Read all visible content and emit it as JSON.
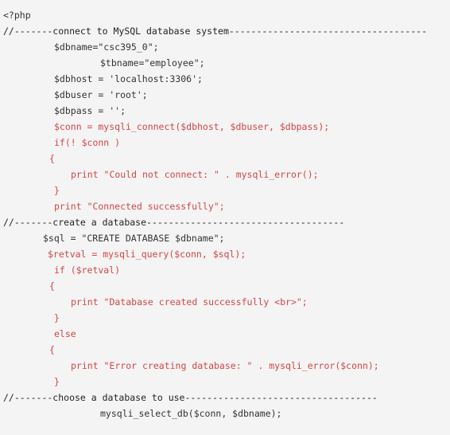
{
  "colors": {
    "background": "#f4f4f4",
    "text_default": "#333333",
    "text_red": "#d44646"
  },
  "code": {
    "lines": [
      {
        "text": "<?php",
        "indent": 0,
        "color": "normal"
      },
      {
        "text": "//-------connect to MySQL database system------------------------------------",
        "indent": 0,
        "color": "comment"
      },
      {
        "text": "$dbname=\"csc395_0\";",
        "indent": 64,
        "color": "normal"
      },
      {
        "text": "$tbname=\"employee\";",
        "indent": 122,
        "color": "normal"
      },
      {
        "text": "$dbhost = 'localhost:3306';",
        "indent": 64,
        "color": "normal"
      },
      {
        "text": "$dbuser = 'root';",
        "indent": 64,
        "color": "normal"
      },
      {
        "text": "$dbpass = '';",
        "indent": 64,
        "color": "normal"
      },
      {
        "text": "$conn = mysqli_connect($dbhost, $dbuser, $dbpass);",
        "indent": 64,
        "color": "red"
      },
      {
        "text": "if(! $conn )",
        "indent": 64,
        "color": "red"
      },
      {
        "text": "{",
        "indent": 58,
        "color": "red"
      },
      {
        "text": "print \"Could not connect: \" . mysqli_error();",
        "indent": 85,
        "color": "red"
      },
      {
        "text": "}",
        "indent": 64,
        "color": "red"
      },
      {
        "text": "print \"Connected successfully\";",
        "indent": 64,
        "color": "red"
      },
      {
        "text": "//-------create a database------------------------------------",
        "indent": 0,
        "color": "comment"
      },
      {
        "text": "$sql = \"CREATE DATABASE $dbname\";",
        "indent": 50,
        "color": "normal"
      },
      {
        "text": "$retval = mysqli_query($conn, $sql);",
        "indent": 56,
        "color": "red"
      },
      {
        "text": "if ($retval)",
        "indent": 64,
        "color": "red"
      },
      {
        "text": "{",
        "indent": 58,
        "color": "red"
      },
      {
        "text": "print \"Database created successfully <br>\";",
        "indent": 85,
        "color": "red"
      },
      {
        "text": "}",
        "indent": 64,
        "color": "red"
      },
      {
        "text": "else",
        "indent": 64,
        "color": "red"
      },
      {
        "text": "{",
        "indent": 58,
        "color": "red"
      },
      {
        "text": "print \"Error creating database: \" . mysqli_error($conn);",
        "indent": 85,
        "color": "red"
      },
      {
        "text": "}",
        "indent": 64,
        "color": "red"
      },
      {
        "text": "//-------choose a database to use-----------------------------------",
        "indent": 0,
        "color": "comment"
      },
      {
        "text": "mysqli_select_db($conn, $dbname);",
        "indent": 122,
        "color": "normal"
      }
    ]
  }
}
